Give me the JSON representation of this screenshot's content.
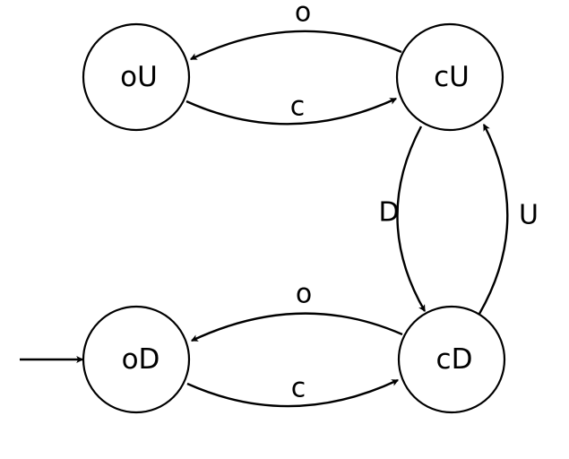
{
  "states": {
    "oU": {
      "label": "oU"
    },
    "cU": {
      "label": "cU"
    },
    "oD": {
      "label": "oD"
    },
    "cD": {
      "label": "cD"
    }
  },
  "transitions": {
    "cU_to_oU": {
      "label": "o"
    },
    "oU_to_cU": {
      "label": "c"
    },
    "cU_to_cD": {
      "label": "D"
    },
    "cD_to_cU": {
      "label": "U"
    },
    "cD_to_oD": {
      "label": "o"
    },
    "oD_to_cD": {
      "label": "c"
    }
  },
  "initial_state": "oD"
}
